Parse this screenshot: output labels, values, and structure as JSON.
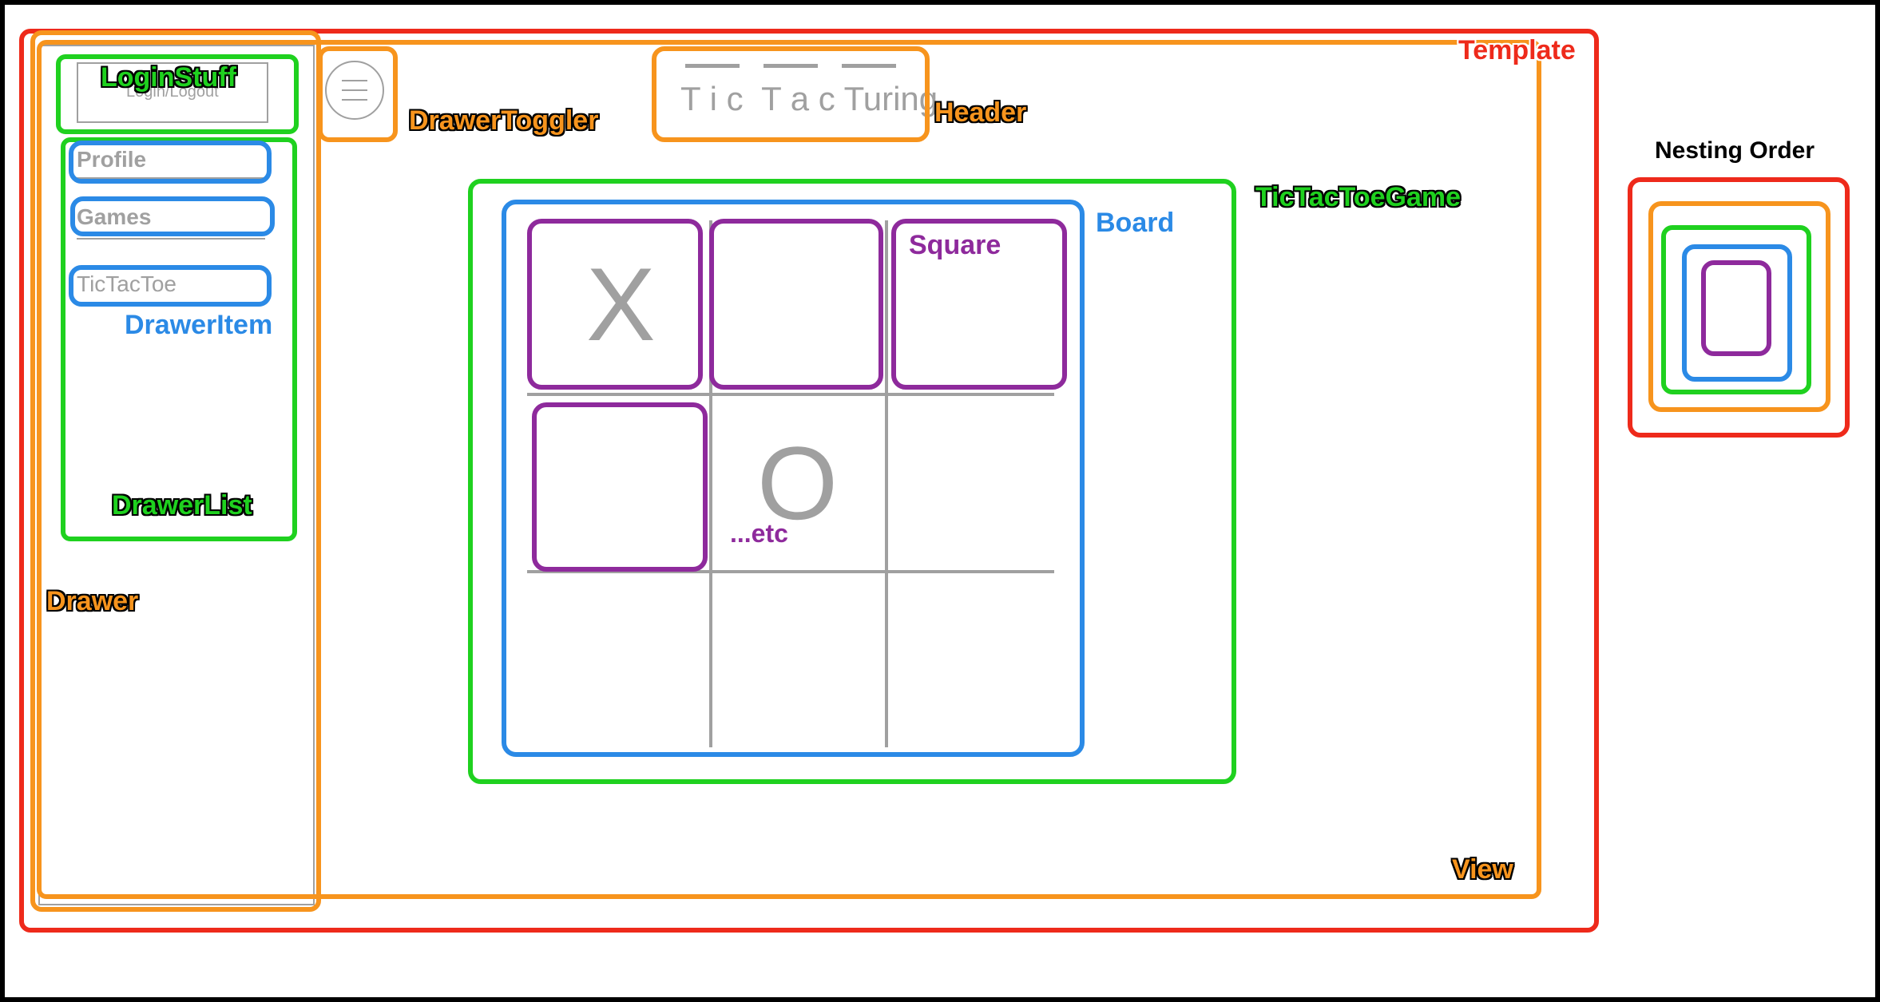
{
  "labels": {
    "template": "Template",
    "view": "View",
    "drawer": "Drawer",
    "login_stuff": "LoginStuff",
    "drawer_list": "DrawerList",
    "drawer_item": "DrawerItem",
    "drawer_toggler": "DrawerToggler",
    "header": "Header",
    "tic_tac_toe_game": "TicTacToeGame",
    "board": "Board",
    "square": "Square",
    "etc": "...etc",
    "nesting_order": "Nesting Order"
  },
  "mockup": {
    "login_button": "Login/Logout",
    "drawer_items": [
      "Profile",
      "Games",
      "TicTacToe"
    ],
    "header_title": "T i c  T a c Turing",
    "menu_icon": "hamburger-menu-icon",
    "board_marks": {
      "x_mark": "X",
      "o_mark": "O"
    }
  },
  "colors": {
    "template": "#ee2a1b",
    "view_drawer_header": "#f7941d",
    "game_list_login": "#1fd11f",
    "board_items": "#2b8ae6",
    "square": "#8e2a9c",
    "mockup_gray": "#a0a0a0"
  }
}
